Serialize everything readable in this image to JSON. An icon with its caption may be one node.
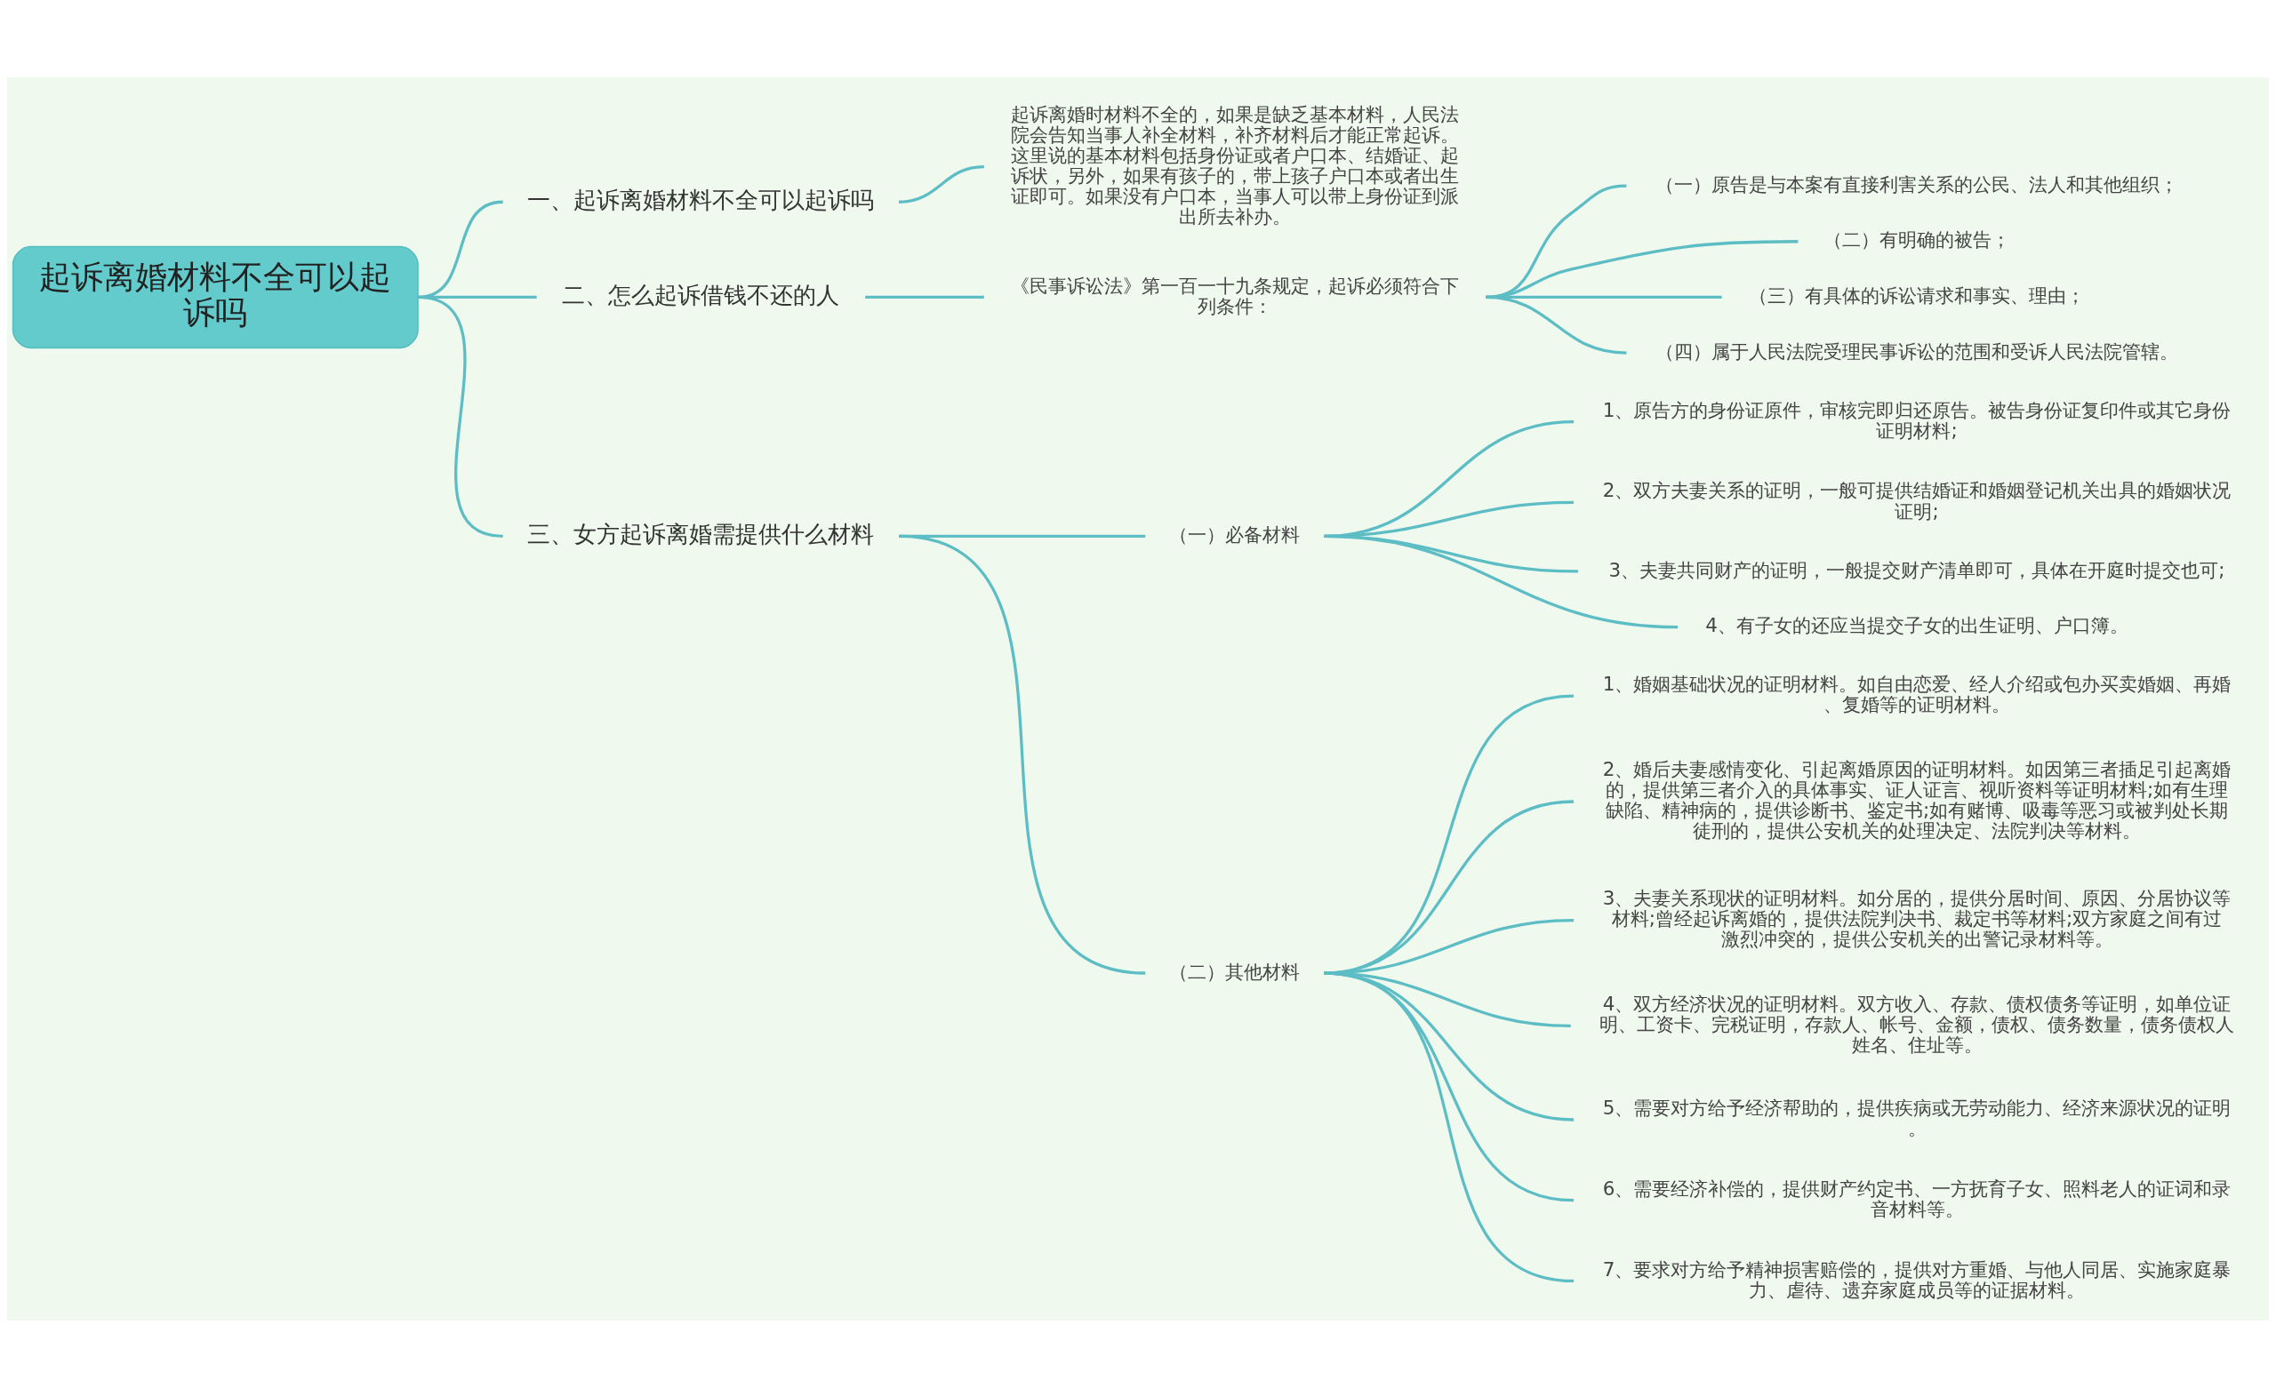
{
  "diagram": {
    "nodes": [
      {
        "text": [
          "起诉离婚材料不全可以起诉吗"
        ]
      },
      {
        "text": [
          "一、起诉离婚材料不全可以起诉吗"
        ]
      },
      {
        "text": [
          "起诉离婚时材料不全的，如果是缺乏基本材料，人民法院会告知当事人补全材料，补齐材料后才能正常起诉。这里说的基本材料包括身份证或者户口本、结婚证、起诉状，另外，如果有孩子的，带上孩子户口本或者出生证即可。如果没有户口本，当事人可以带上身份证到派出所去补办。"
        ]
      },
      {
        "text": [
          "二、怎么起诉借钱不还的人"
        ]
      },
      {
        "text": [
          "《民事诉讼法》第一百一十九条规定，起诉必须符合下列条件："
        ]
      },
      {
        "text": [
          "（一）原告是与本案有直接利害关系的公民、法人和其他组织；"
        ]
      },
      {
        "text": [
          "（二）有明确的被告；"
        ]
      },
      {
        "text": [
          "（三）有具体的诉讼请求和事实、理由；"
        ]
      },
      {
        "text": [
          "（四）属于人民法院受理民事诉讼的范围和受诉人民法院管辖。"
        ]
      },
      {
        "text": [
          "三、女方起诉离婚需提供什么材料"
        ]
      },
      {
        "text": [
          "（一）必备材料"
        ]
      },
      {
        "text": [
          "1、原告方的身份证原件，审核完即归还原告。被告身份证复印件或其它身份证明材料;"
        ]
      },
      {
        "text": [
          "2、双方夫妻关系的证明，一般可提供结婚证和婚姻登记机关出具的婚姻状况证明;"
        ]
      },
      {
        "text": [
          "3、夫妻共同财产的证明，一般提交财产清单即可，具体在开庭时提交也可;"
        ]
      },
      {
        "text": [
          "4、有子女的还应当提交子女的出生证明、户口簿。"
        ]
      },
      {
        "text": [
          "（二）其他材料"
        ]
      },
      {
        "text": [
          "1、婚姻基础状况的证明材料。如自由恋爱、经人介绍或包办买卖婚姻、再婚、复婚等的证明材料。"
        ]
      },
      {
        "text": [
          "2、婚后夫妻感情变化、引起离婚原因的证明材料。如因第三者插足引起离婚的，提供第三者介入的具体事实、证人证言、视听资料等证明材料;如有生理缺陷、精神病的，提供诊断书、鉴定书;如有赌博、吸毒等恶习或被判处长期徒刑的，提供公安机关的处理决定、法院判决等材料。"
        ]
      },
      {
        "text": [
          "3、夫妻关系现状的证明材料。如分居的，提供分居时间、原因、分居协议等材料;曾经起诉离婚的，提供法院判决书、裁定书等材料;双方家庭之间有过激烈冲突的，提供公安机关的出警记录材料等。"
        ]
      },
      {
        "text": [
          "4、双方经济状况的证明材料。双方收入、存款、债权债务等证明，如单位证明、工资卡、完税证明，存款人、帐号、金额，债权、债务数量，债务债权人姓名、住址等。"
        ]
      },
      {
        "text": [
          "5、需要对方给予经济帮助的，提供疾病或无劳动能力、经济来源状况的证明。"
        ]
      },
      {
        "text": [
          "6、需要经济补偿的，提供财产约定书、一方抚育子女、照料老人的证词和录音材料等。"
        ]
      },
      {
        "text": [
          "7、要求对方给予精神损害赔偿的，提供对方重婚、与他人同居、实施家庭暴力、虐待、遗弃家庭成员等的证据材料。"
        ]
      }
    ],
    "edges": [
      {
        "from": 0,
        "to": 1,
        "arrow": "none"
      },
      {
        "from": 1,
        "to": 2,
        "arrow": "none"
      },
      {
        "from": 0,
        "to": 3,
        "arrow": "none"
      },
      {
        "from": 3,
        "to": 4,
        "arrow": "none"
      },
      {
        "from": 4,
        "to": 5,
        "arrow": "none"
      },
      {
        "from": 4,
        "to": 6,
        "arrow": "none"
      },
      {
        "from": 4,
        "to": 7,
        "arrow": "none"
      },
      {
        "from": 4,
        "to": 8,
        "arrow": "none"
      },
      {
        "from": 0,
        "to": 9,
        "arrow": "none"
      },
      {
        "from": 9,
        "to": 10,
        "arrow": "none"
      },
      {
        "from": 10,
        "to": 11,
        "arrow": "none"
      },
      {
        "from": 10,
        "to": 12,
        "arrow": "none"
      },
      {
        "from": 10,
        "to": 13,
        "arrow": "none"
      },
      {
        "from": 10,
        "to": 14,
        "arrow": "none"
      },
      {
        "from": 9,
        "to": 15,
        "arrow": "none"
      },
      {
        "from": 15,
        "to": 16,
        "arrow": "none"
      },
      {
        "from": 15,
        "to": 17,
        "arrow": "none"
      },
      {
        "from": 15,
        "to": 18,
        "arrow": "none"
      },
      {
        "from": 15,
        "to": 19,
        "arrow": "none"
      },
      {
        "from": 15,
        "to": 20,
        "arrow": "none"
      },
      {
        "from": 15,
        "to": 21,
        "arrow": "none"
      },
      {
        "from": 15,
        "to": 22,
        "arrow": "none"
      }
    ]
  }
}
